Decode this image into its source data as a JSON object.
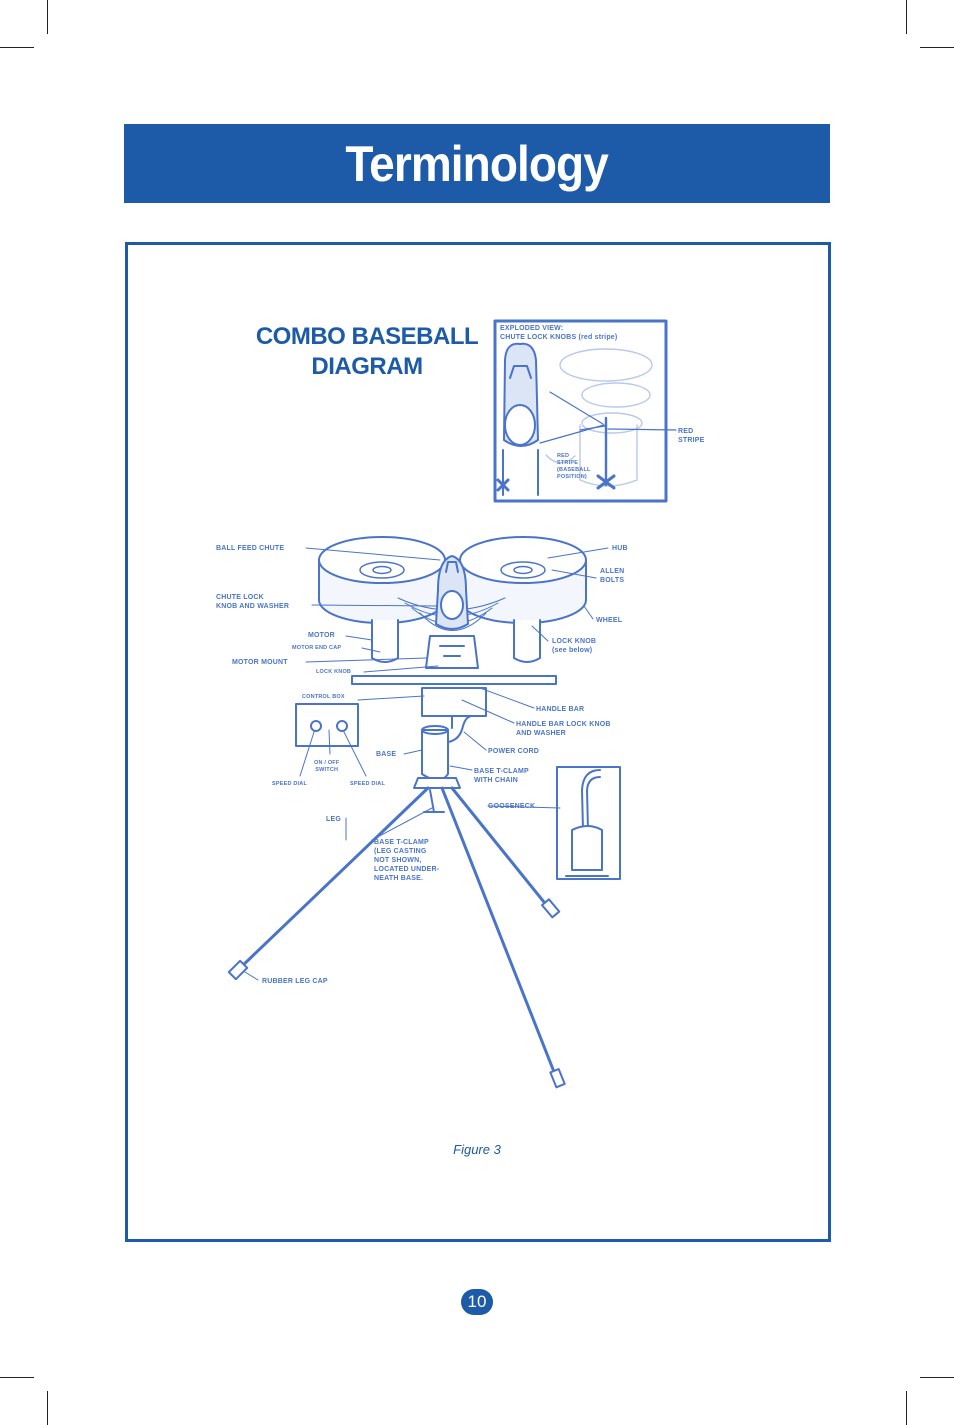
{
  "header": {
    "title": "Terminology"
  },
  "diagram": {
    "title_line1": "COMBO BASEBALL",
    "title_line2": "DIAGRAM",
    "inset": {
      "heading_line1": "EXPLODED VIEW:",
      "heading_line2": "CHUTE LOCK KNOBS (red stripe)",
      "red_stripe_line1": "RED",
      "red_stripe_line2": "STRIPE",
      "position_line1": "RED",
      "position_line2": "STRIPE",
      "position_line3": "(BASEBALL",
      "position_line4": "POSITION)"
    },
    "labels": {
      "ball_feed_chute": "BALL FEED CHUTE",
      "hub": "HUB",
      "allen_bolts_1": "ALLEN",
      "allen_bolts_2": "BOLTS",
      "chute_lock_1": "CHUTE LOCK",
      "chute_lock_2": "KNOB AND WASHER",
      "wheel": "WHEEL",
      "motor": "MOTOR",
      "motor_end_cap": "MOTOR END CAP",
      "lock_knob_see_1": "LOCK KNOB",
      "lock_knob_see_2": "(see below)",
      "motor_mount": "MOTOR MOUNT",
      "lock_knob": "LOCK KNOB",
      "control_box": "CONTROL BOX",
      "handle_bar": "HANDLE BAR",
      "handle_bar_lock_1": "HANDLE BAR LOCK KNOB",
      "handle_bar_lock_2": "AND WASHER",
      "on_off_1": "ON / OFF",
      "on_off_2": "SWITCH",
      "base": "BASE",
      "power_cord": "POWER CORD",
      "speed_dial_left": "SPEED DIAL",
      "speed_dial_right": "SPEED DIAL",
      "base_t_clamp_chain_1": "BASE T-CLAMP",
      "base_t_clamp_chain_2": "WITH CHAIN",
      "gooseneck": "GOOSENECK",
      "leg": "LEG",
      "base_t_clamp_1": "BASE T-CLAMP",
      "base_t_clamp_2": "(LEG CASTING",
      "base_t_clamp_3": "NOT SHOWN,",
      "base_t_clamp_4": "LOCATED UNDER-",
      "base_t_clamp_5": "NEATH BASE.",
      "rubber_leg_cap": "RUBBER LEG CAP"
    }
  },
  "figure_caption": "Figure 3",
  "page_number": "10",
  "colors": {
    "brand_blue": "#1d5aa8",
    "line_blue": "#4a74c9",
    "fill_blue": "#dbe5f6"
  }
}
